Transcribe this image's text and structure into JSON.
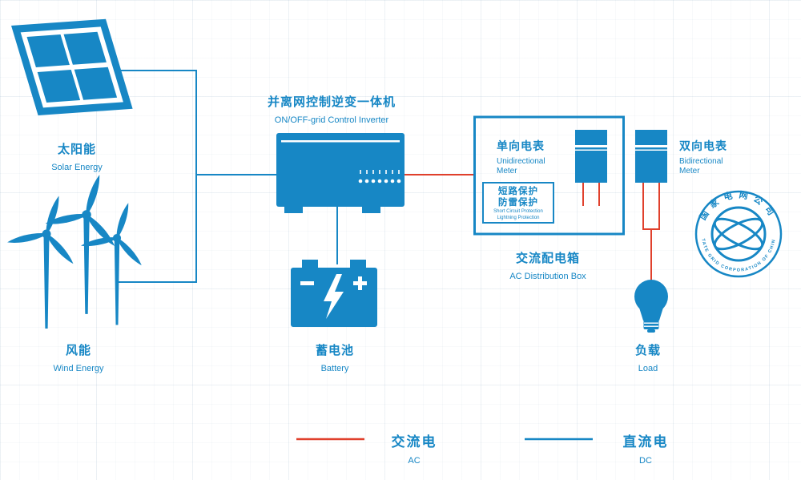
{
  "colors": {
    "blue": "#1787C5",
    "red": "#E0402C"
  },
  "nodes": {
    "solar": {
      "zh": "太阳能",
      "en": "Solar Energy"
    },
    "wind": {
      "zh": "风能",
      "en": "Wind Energy"
    },
    "inverter": {
      "zh": "并离网控制逆变一体机",
      "en": "ON/OFF-grid Control Inverter"
    },
    "battery": {
      "zh": "蓄电池",
      "en": "Battery"
    },
    "uni_meter": {
      "zh": "单向电表",
      "en1": "Unidirectional",
      "en2": "Meter"
    },
    "bi_meter": {
      "zh": "双向电表",
      "en1": "Bidirectional",
      "en2": "Meter"
    },
    "protection": {
      "zh1": "短路保护",
      "zh2": "防雷保护",
      "en1": "Short Circuit Protection",
      "en2": "Lightning Protection"
    },
    "dist_box": {
      "zh": "交流配电箱",
      "en": "AC Distribution Box"
    },
    "load": {
      "zh": "负载",
      "en": "Load"
    },
    "grid_logo": {
      "zh": "国家电网公司",
      "en": "STATE GRID CORPORATION OF CHINA"
    }
  },
  "legend": {
    "ac": {
      "zh": "交流电",
      "en": "AC",
      "color": "#E0402C"
    },
    "dc": {
      "zh": "直流电",
      "en": "DC",
      "color": "#1787C5"
    }
  }
}
